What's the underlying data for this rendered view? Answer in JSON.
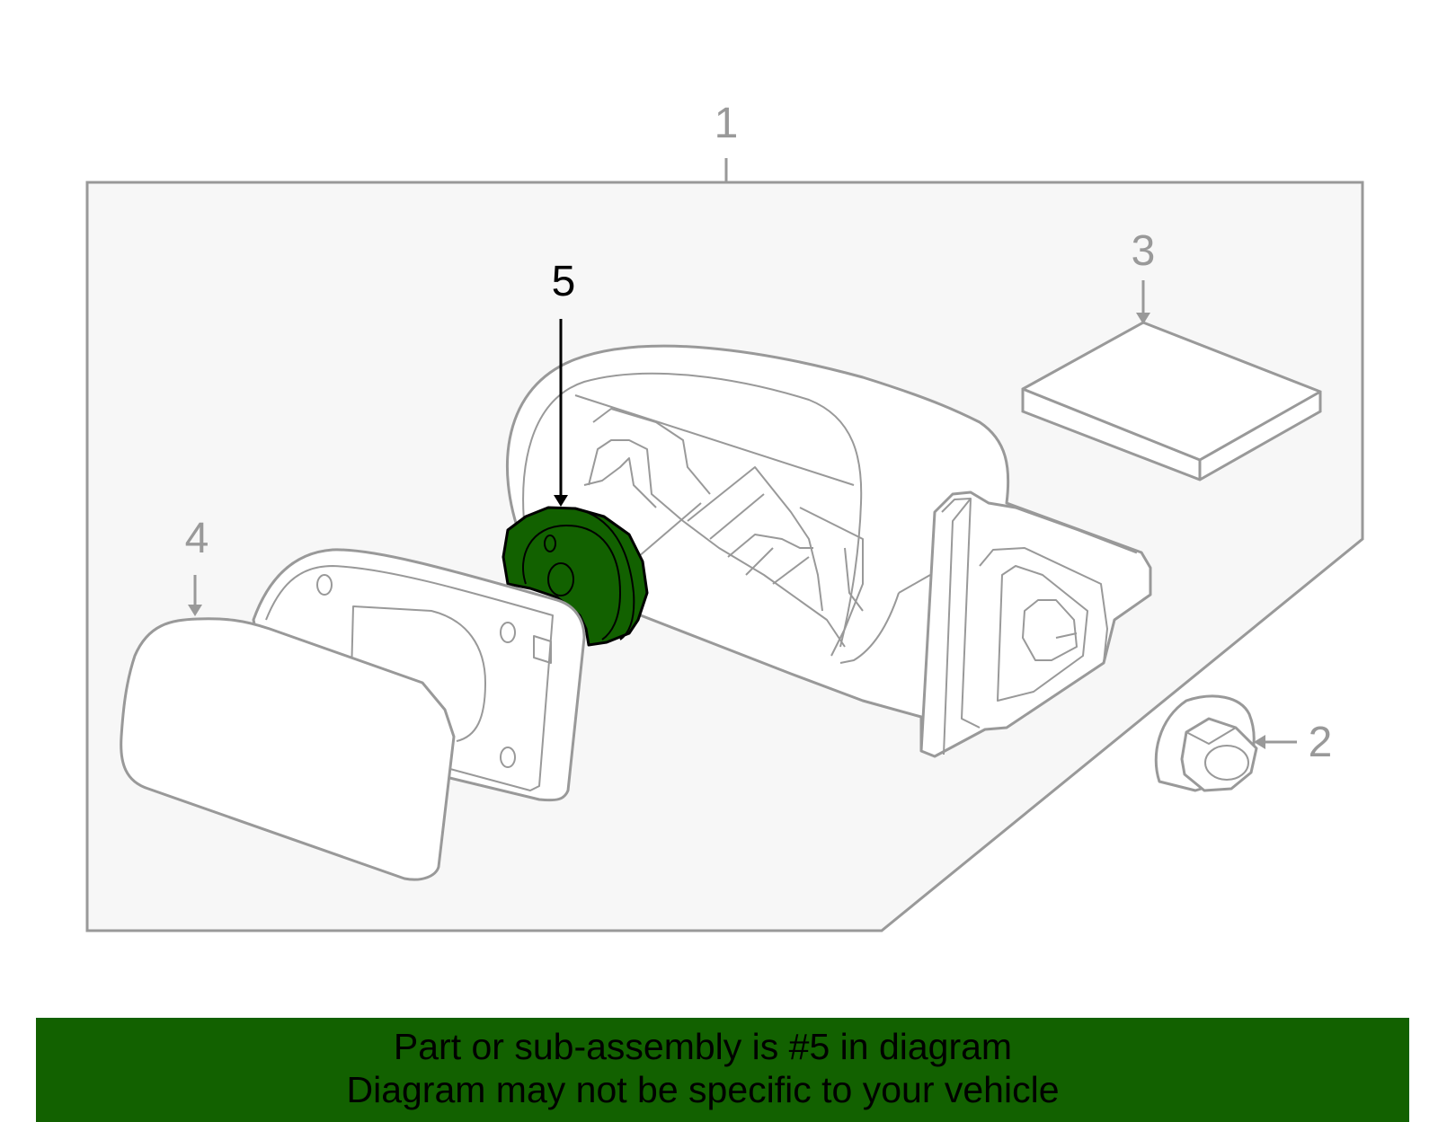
{
  "callouts": {
    "c1": "1",
    "c2": "2",
    "c3": "3",
    "c4": "4",
    "c5": "5"
  },
  "banner": {
    "line1": "Part or sub-assembly is #5 in diagram",
    "line2": "Diagram may not be specific to your vehicle"
  },
  "colors": {
    "highlight": "#126100",
    "outline": "#999999",
    "panel": "#f7f7f7"
  }
}
